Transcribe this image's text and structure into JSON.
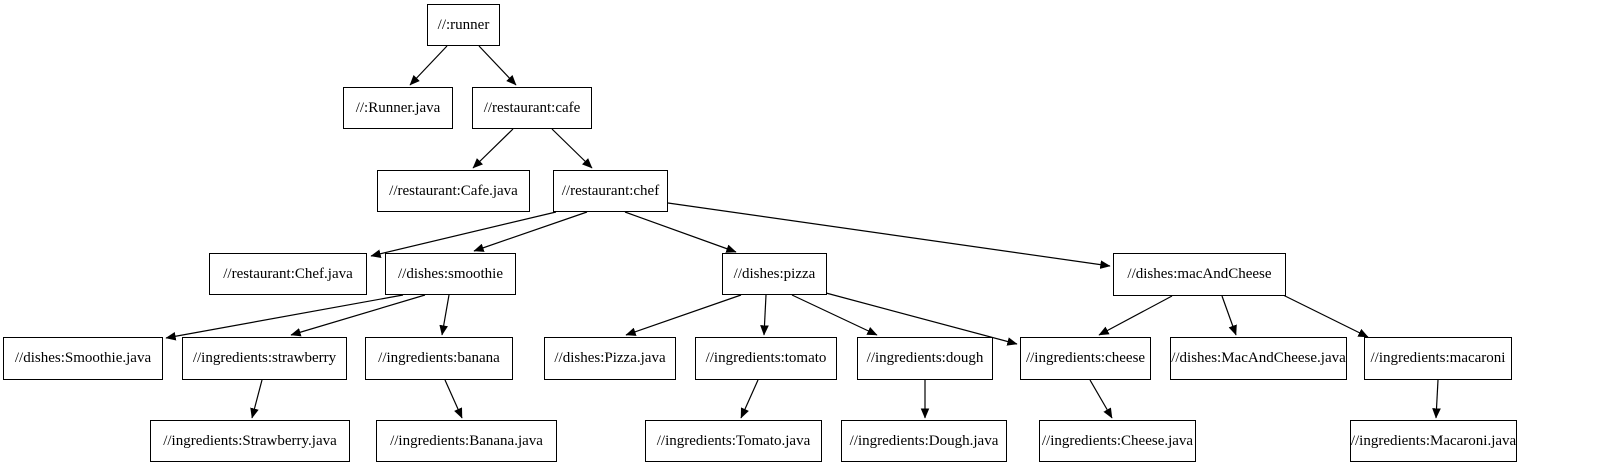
{
  "diagram": {
    "type": "dependency-graph",
    "background": "#ffffff",
    "node_border_color": "#000000",
    "node_fill_color": "#ffffff",
    "edge_color": "#000000",
    "nodes": [
      {
        "id": "runner",
        "label": "//:runner"
      },
      {
        "id": "runner-java",
        "label": "//:Runner.java"
      },
      {
        "id": "cafe",
        "label": "//restaurant:cafe"
      },
      {
        "id": "cafe-java",
        "label": "//restaurant:Cafe.java"
      },
      {
        "id": "chef",
        "label": "//restaurant:chef"
      },
      {
        "id": "chef-java",
        "label": "//restaurant:Chef.java"
      },
      {
        "id": "smoothie",
        "label": "//dishes:smoothie"
      },
      {
        "id": "pizza",
        "label": "//dishes:pizza"
      },
      {
        "id": "mac-and-cheese",
        "label": "//dishes:macAndCheese"
      },
      {
        "id": "smoothie-java",
        "label": "//dishes:Smoothie.java"
      },
      {
        "id": "strawberry",
        "label": "//ingredients:strawberry"
      },
      {
        "id": "banana",
        "label": "//ingredients:banana"
      },
      {
        "id": "pizza-java",
        "label": "//dishes:Pizza.java"
      },
      {
        "id": "tomato",
        "label": "//ingredients:tomato"
      },
      {
        "id": "dough",
        "label": "//ingredients:dough"
      },
      {
        "id": "cheese",
        "label": "//ingredients:cheese"
      },
      {
        "id": "mac-and-cheese-java",
        "label": "//dishes:MacAndCheese.java"
      },
      {
        "id": "macaroni",
        "label": "//ingredients:macaroni"
      },
      {
        "id": "strawberry-java",
        "label": "//ingredients:Strawberry.java"
      },
      {
        "id": "banana-java",
        "label": "//ingredients:Banana.java"
      },
      {
        "id": "tomato-java",
        "label": "//ingredients:Tomato.java"
      },
      {
        "id": "dough-java",
        "label": "//ingredients:Dough.java"
      },
      {
        "id": "cheese-java",
        "label": "//ingredients:Cheese.java"
      },
      {
        "id": "macaroni-java",
        "label": "//ingredients:Macaroni.java"
      }
    ],
    "edges": [
      {
        "from": "runner",
        "to": "runner-java"
      },
      {
        "from": "runner",
        "to": "cafe"
      },
      {
        "from": "cafe",
        "to": "cafe-java"
      },
      {
        "from": "cafe",
        "to": "chef"
      },
      {
        "from": "chef",
        "to": "chef-java"
      },
      {
        "from": "chef",
        "to": "smoothie"
      },
      {
        "from": "chef",
        "to": "pizza"
      },
      {
        "from": "chef",
        "to": "mac-and-cheese"
      },
      {
        "from": "smoothie",
        "to": "smoothie-java"
      },
      {
        "from": "smoothie",
        "to": "strawberry"
      },
      {
        "from": "smoothie",
        "to": "banana"
      },
      {
        "from": "strawberry",
        "to": "strawberry-java"
      },
      {
        "from": "banana",
        "to": "banana-java"
      },
      {
        "from": "pizza",
        "to": "pizza-java"
      },
      {
        "from": "pizza",
        "to": "tomato"
      },
      {
        "from": "pizza",
        "to": "dough"
      },
      {
        "from": "pizza",
        "to": "cheese"
      },
      {
        "from": "mac-and-cheese",
        "to": "cheese"
      },
      {
        "from": "mac-and-cheese",
        "to": "mac-and-cheese-java"
      },
      {
        "from": "mac-and-cheese",
        "to": "macaroni"
      },
      {
        "from": "tomato",
        "to": "tomato-java"
      },
      {
        "from": "dough",
        "to": "dough-java"
      },
      {
        "from": "cheese",
        "to": "cheese-java"
      },
      {
        "from": "macaroni",
        "to": "macaroni-java"
      }
    ]
  }
}
